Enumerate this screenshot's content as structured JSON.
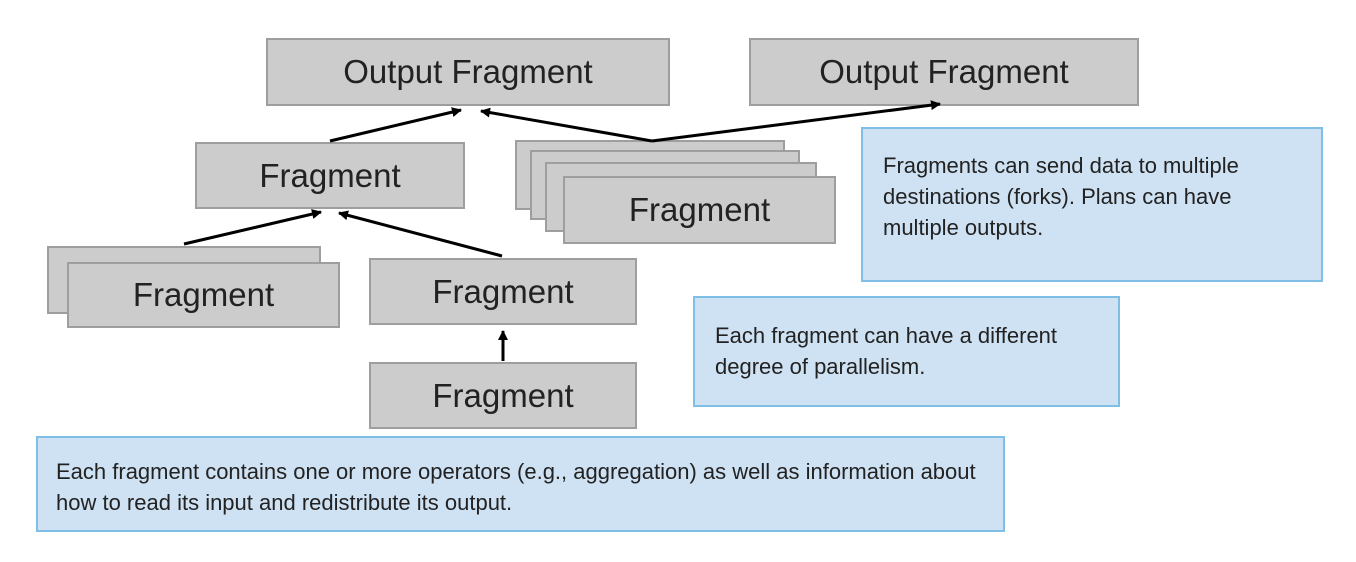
{
  "nodes": {
    "output_left": "Output Fragment",
    "output_right": "Output Fragment",
    "fragment_mid_left": "Fragment",
    "fragment_stack_right": "Fragment",
    "fragment_stack_left": "Fragment",
    "fragment_mid_center": "Fragment",
    "fragment_bottom": "Fragment"
  },
  "notes": {
    "forks": "Fragments can send data to multiple destinations (forks). Plans can have multiple outputs.",
    "parallelism": "Each fragment can have a different degree of parallelism.",
    "operators": "Each fragment contains one or more operators (e.g., aggregation) as well as information about how to read its input and redistribute its output."
  },
  "colors": {
    "node_fill": "#cccccc",
    "node_border": "#9e9e9e",
    "note_fill": "#cfe2f3",
    "note_border": "#7fbfe6",
    "arrow": "#000000"
  }
}
